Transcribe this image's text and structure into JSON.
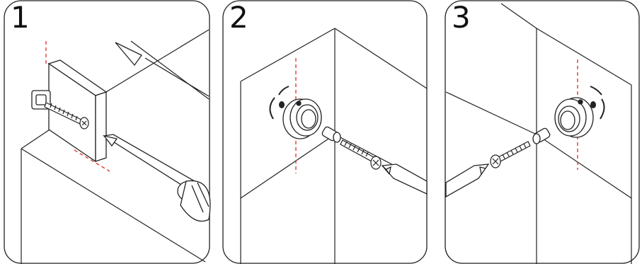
{
  "steps": [
    {
      "number": "1"
    },
    {
      "number": "2"
    },
    {
      "number": "3"
    }
  ],
  "colors": {
    "guide_line": "#e03a3a",
    "stroke": "#222222",
    "background": "#ffffff"
  }
}
